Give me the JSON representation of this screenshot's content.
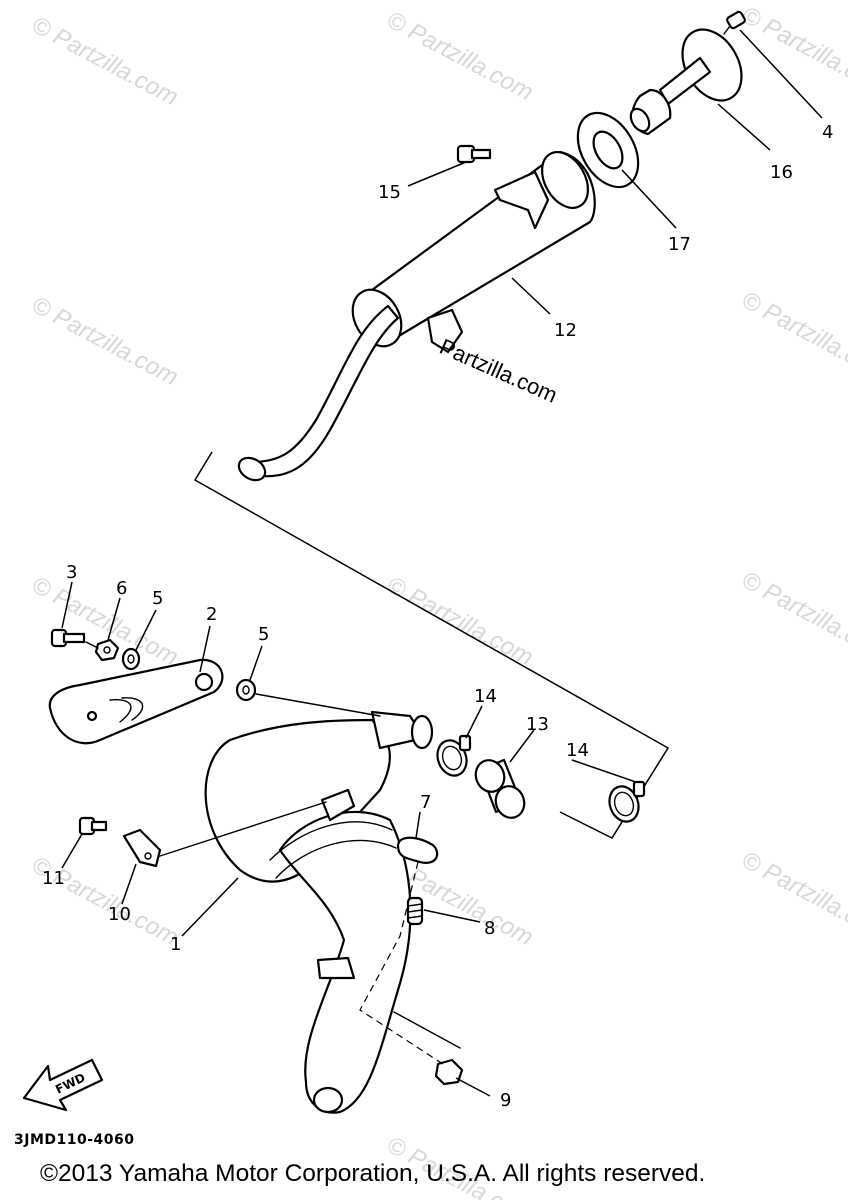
{
  "watermark": "© Partzilla.com",
  "site_label": "Partzilla.com",
  "callouts": [
    "1",
    "2",
    "3",
    "4",
    "5",
    "5",
    "6",
    "7",
    "8",
    "9",
    "10",
    "11",
    "12",
    "13",
    "14",
    "14",
    "15",
    "16",
    "17"
  ],
  "fwd_label": "FWD",
  "diagram_code": "3JMD110-4060",
  "copyright": "©2013  Yamaha Motor Corporation, U.S.A. All rights reserved."
}
